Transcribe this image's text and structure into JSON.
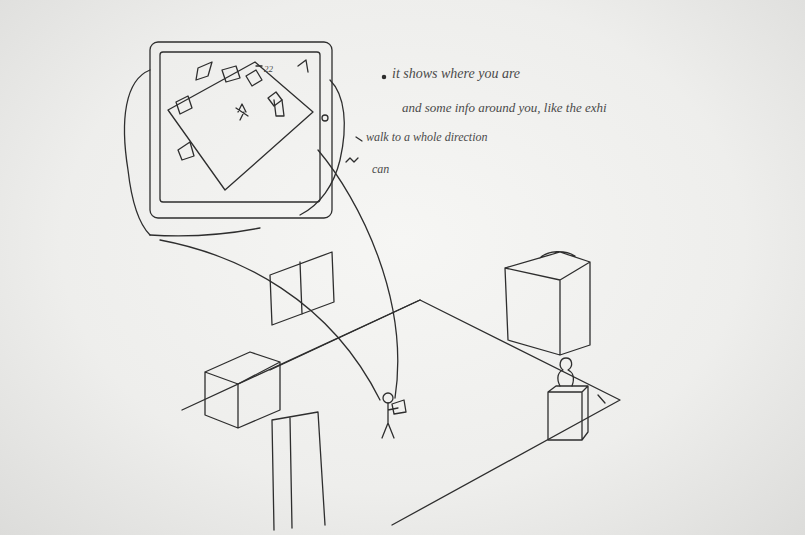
{
  "diagram": {
    "labels": [
      "it shows where you are",
      "and some info around you, like the exhi",
      "walk to a whole direction",
      "can",
      "22"
    ]
  }
}
